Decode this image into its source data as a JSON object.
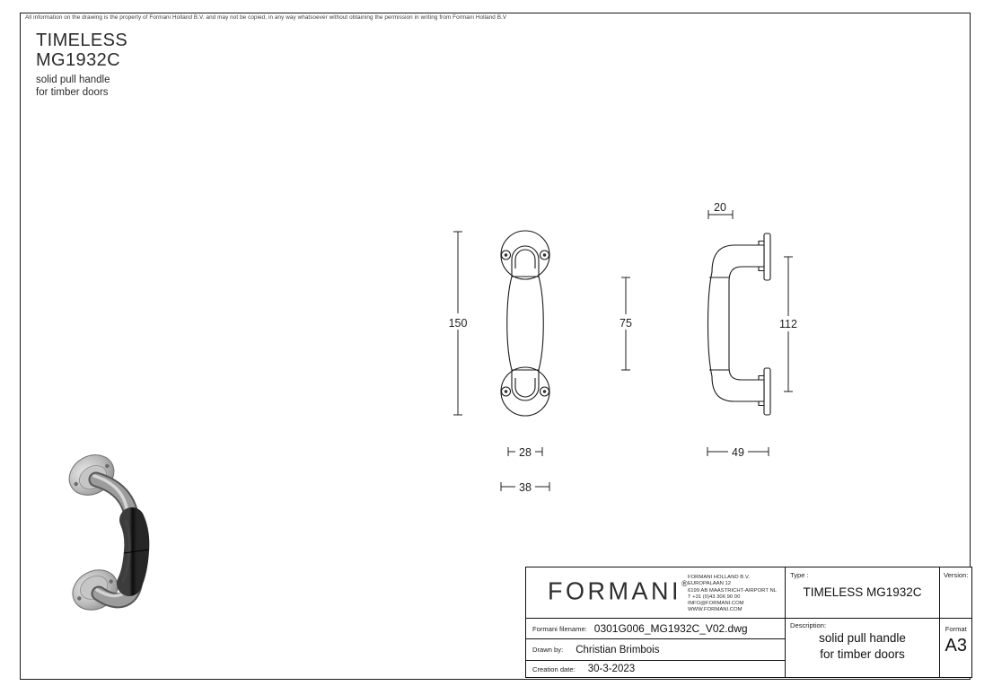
{
  "page": {
    "disclaimer": "All information on the drawing is the property of Formani Holland B.V. and may not be copied, in any way whatsoever without obtaining the permission in writing from Formani Holland B.V",
    "title_line1": "TIMELESS",
    "title_line2": "MG1932C",
    "subtitle_line1": "solid pull handle",
    "subtitle_line2": "for timber doors"
  },
  "dimensions": {
    "front_overall_height": "150",
    "grip_length": "75",
    "rosette_top_diameter": "28",
    "rosette_base_diameter": "38",
    "grip_width": "20",
    "center_distance": "112",
    "projection": "49"
  },
  "title_block": {
    "logo": "FORMANI",
    "logo_reg": "®",
    "company_lines": [
      "FORMANI HOLLAND B.V.",
      "EUROPALAAN 12",
      "6199 AB MAASTRICHT-AIRPORT NL",
      "T +31 (0)43 306 90 00",
      "INFO@FORMANI.COM",
      "WWW.FORMANI.COM"
    ],
    "filename_label": "Formani filename:",
    "filename_value": "0301G006_MG1932C_V02.dwg",
    "drawn_by_label": "Drawn by:",
    "drawn_by_value": "Christian Brimbois",
    "creation_date_label": "Creation date:",
    "creation_date_value": "30-3-2023",
    "type_label": "Type :",
    "type_value": "TIMELESS MG1932C",
    "version_label": "Version:",
    "description_label": "Description:",
    "description_line1": "solid pull handle",
    "description_line2": "for timber doors",
    "format_label": "Format",
    "format_value": "A3"
  },
  "colors": {
    "line": "#1a1a1a",
    "metal_light": "#d9d9d9",
    "metal_mid": "#9a9a9a",
    "metal_dark": "#5f5f5f",
    "grip_black": "#141414"
  }
}
